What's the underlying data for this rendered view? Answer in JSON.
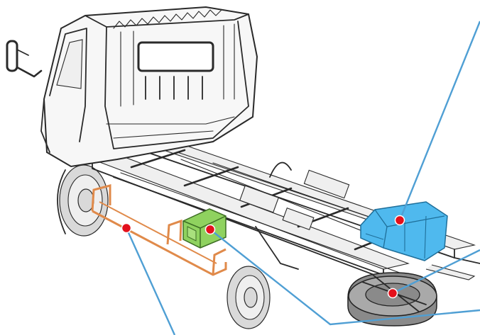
{
  "diagram": {
    "parts": [
      {
        "name": "side-guard-frame",
        "color": "#e08a4a"
      },
      {
        "name": "green-module",
        "color": "#8fd25f"
      },
      {
        "name": "rear-fuel-tank",
        "color": "#4fb9ee"
      },
      {
        "name": "spare-tire",
        "color": "#8a8a8a"
      }
    ],
    "callout_color": "#4f9fd4",
    "marker_color": "#e3101b"
  }
}
